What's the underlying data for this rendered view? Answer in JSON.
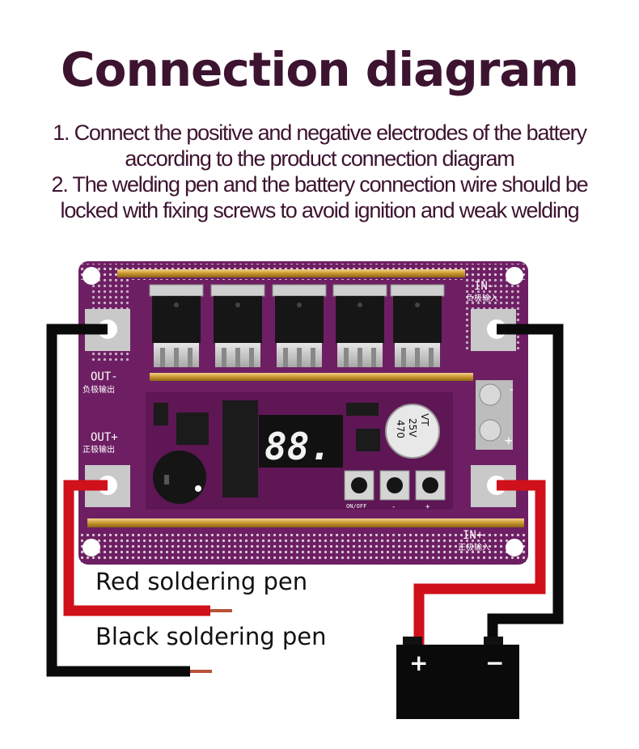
{
  "title": "Connection diagram",
  "instructions": [
    "1. Connect the positive and negative electrodes of the battery",
    "according to the product connection diagram",
    "2. The welding pen and the battery connection wire should be",
    "locked with fixing screws to avoid ignition and weak welding"
  ],
  "labels": {
    "red_pen": "Red soldering pen",
    "black_pen": "Black soldering pen"
  },
  "board": {
    "in_minus": "IN-",
    "in_minus_cn": "负极输入",
    "in_plus": "IN+",
    "in_plus_cn": "正极输入",
    "out_minus": "OUT-",
    "out_minus_cn": "负极输出",
    "out_plus": "OUT+",
    "out_plus_cn": "正极输出",
    "display": "88.",
    "capacitor_value": "470",
    "capacitor_voltage": "25V",
    "capacitor_mark": "VT",
    "button_caption": "ON/OFF",
    "button_minus": "-",
    "button_plus": "+",
    "terminal_minus": "-",
    "terminal_plus": "+"
  },
  "battery": {
    "plus": "+",
    "minus": "−"
  },
  "colors": {
    "pcb": "#6e1f63",
    "red_wire": "#d0101a",
    "black_wire": "#0a0a0a",
    "title": "#3d1430"
  }
}
